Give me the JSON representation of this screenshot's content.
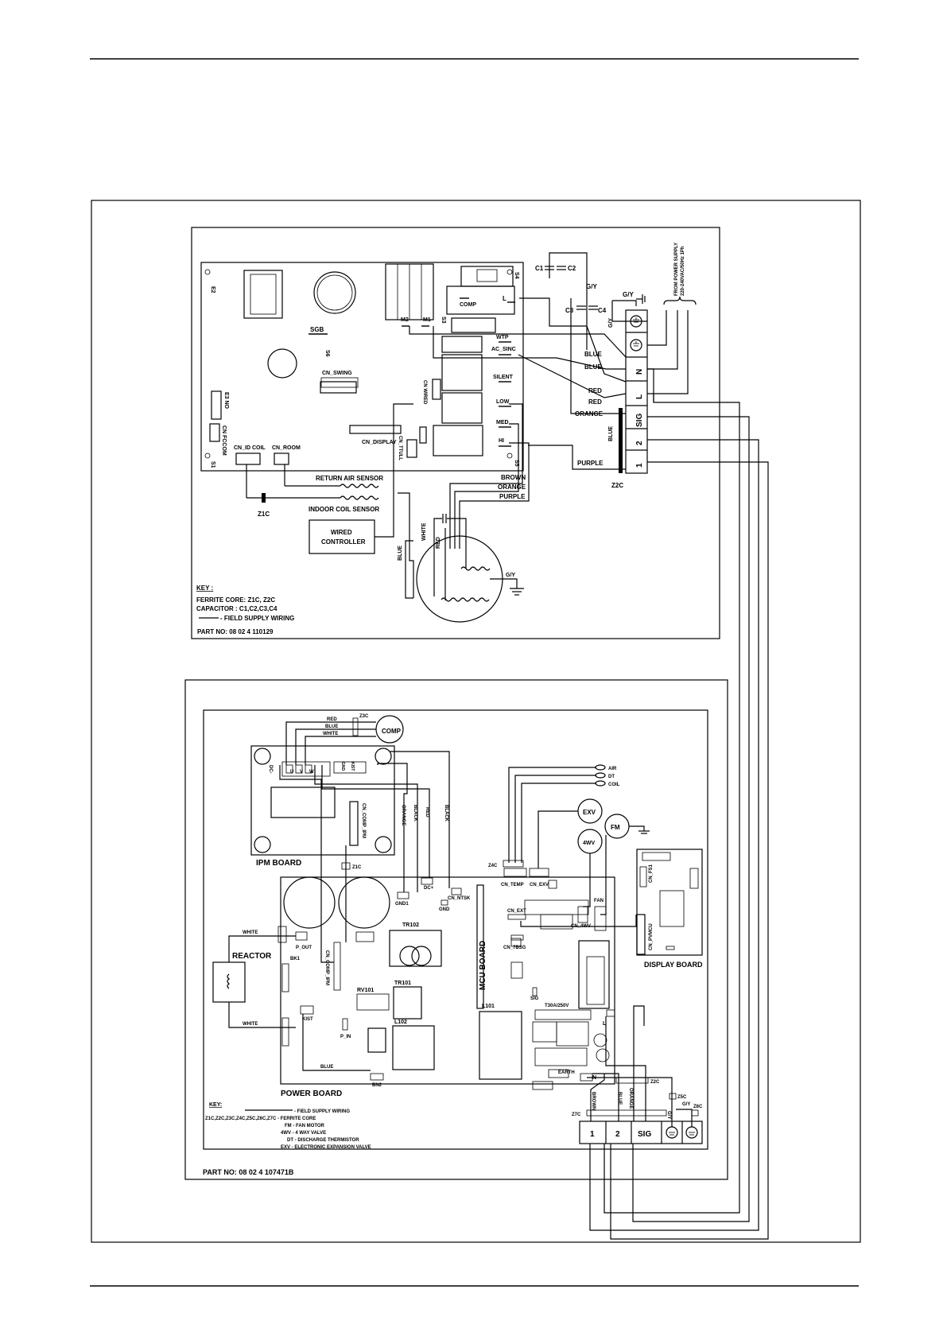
{
  "indoor": {
    "part_no": "PART NO:  08 02 4 110129",
    "key_title": "KEY :",
    "key_ferrite": "FERRITE CORE: Z1C, Z2C",
    "key_capacitor": "CAPACITOR : C1,C2,C3,C4",
    "key_field": "- FIELD SUPPLY WIRING",
    "labels": {
      "e2": "E2",
      "s4": "S4",
      "sgb": "SGB",
      "s6": "S6",
      "cn_swing": "CN_SWING",
      "e3no": "E3 NO",
      "cn_fc": "CN FCCOM",
      "s1": "S1",
      "cn_idcoil": "CN_ID COIL",
      "cn_room": "CN_ROOM",
      "m2": "M2",
      "m1": "M1",
      "s3": "S3",
      "comp": "COMP",
      "l": "L",
      "wtp": "WTP",
      "ac_sinc": "AC_SINC",
      "silent": "SILENT",
      "low": "LOW",
      "med": "MED",
      "hi": "HI",
      "s5": "S5",
      "cn_wired": "CN WIRED",
      "cn_display": "CN_DISPLAY",
      "cn_ttull": "CN_TTULL",
      "return_air": "RETURN AIR SENSOR",
      "indoor_coil": "INDOOR COIL SENSOR",
      "z1c": "Z1C",
      "wired1": "WIRED",
      "wired2": "CONTROLLER",
      "c1": "C1",
      "c2": "C2",
      "c3": "C3",
      "c4": "C4",
      "gy": "G/Y",
      "blue": "BLUE",
      "red": "RED",
      "orange": "ORANGE",
      "purple": "PURPLE",
      "brown": "BROWN",
      "white": "WHITE",
      "z2c": "Z2C",
      "power_supply1": "FROM POWER SUPPLY",
      "power_supply2": "220-240VAC/50Hz 1Ph"
    },
    "terminals": [
      "N",
      "L",
      "SIG",
      "2",
      "1"
    ]
  },
  "outdoor": {
    "part_no": "PART NO: 08 02 4 107471B",
    "ipm_board": "IPM BOARD",
    "power_board": "POWER BOARD",
    "mcu_board": "MCU BOARD",
    "display_board": "DISPLAY BOARD",
    "reactor": "REACTOR",
    "comp": "COMP",
    "labels": {
      "red": "RED",
      "blue": "BLUE",
      "white": "WHITE",
      "orange": "ORANGE",
      "black": "BLACK",
      "z3c": "Z3C",
      "z1c": "Z1C",
      "z4c": "Z4C",
      "z5c": "Z5C",
      "z6c": "Z6C",
      "z7c": "Z7C",
      "z2c": "Z2C",
      "air": "AIR",
      "dt": "DT",
      "coil": "COIL",
      "exv": "EXV",
      "fm": "FM",
      "fourwv": "4WV",
      "cn_temp": "CN_TEMP",
      "cn_exv": "CN_EXV",
      "gnd1": "GND1",
      "dc_plus": "DC+",
      "cn_ntsk": "CN_NTSK",
      "gnd": "GND",
      "tr102": "TR102",
      "tr101": "TR101",
      "rv101": "RV101",
      "l101": "L101",
      "l102": "L102",
      "cn_ext": "CN_EXT",
      "cn_7bsg": "CN_7BSG",
      "cn_4wv": "CN_4WV",
      "fan": "FAN",
      "sig": "SIG",
      "fuse": "T30A/250V",
      "l": "L",
      "n": "N",
      "earth": "EARTH",
      "p_out": "P_OUT",
      "bk1": "BK1",
      "kist": "KIST",
      "p_in": "P_IN",
      "bn2": "BN2",
      "cn_comp_ipm": "CN_COMP_IPM",
      "brown": "BROWN",
      "gy": "G/Y",
      "cn_fs1": "CN_FS1",
      "cn_pvmcu": "CN_PVMCU",
      "u": "U",
      "v": "V",
      "w": "W",
      "dc_minus": "DC-",
      "gnd_s": "GND",
      "kist_s": "KIST"
    },
    "terminals": [
      "1",
      "2",
      "SIG"
    ],
    "key_title": "KEY:",
    "key_lines": [
      "- FIELD SUPPLY WIRING",
      "Z1C,Z2C,Z3C,Z4C,Z5C,Z6C,Z7C - FERRITE CORE",
      "FM - FAN MOTOR",
      "4WV - 4 WAY VALVE",
      "DT - DISCHARGE THERMISTOR",
      "EXV - ELECTRONIC EXPANSION VALVE"
    ]
  }
}
